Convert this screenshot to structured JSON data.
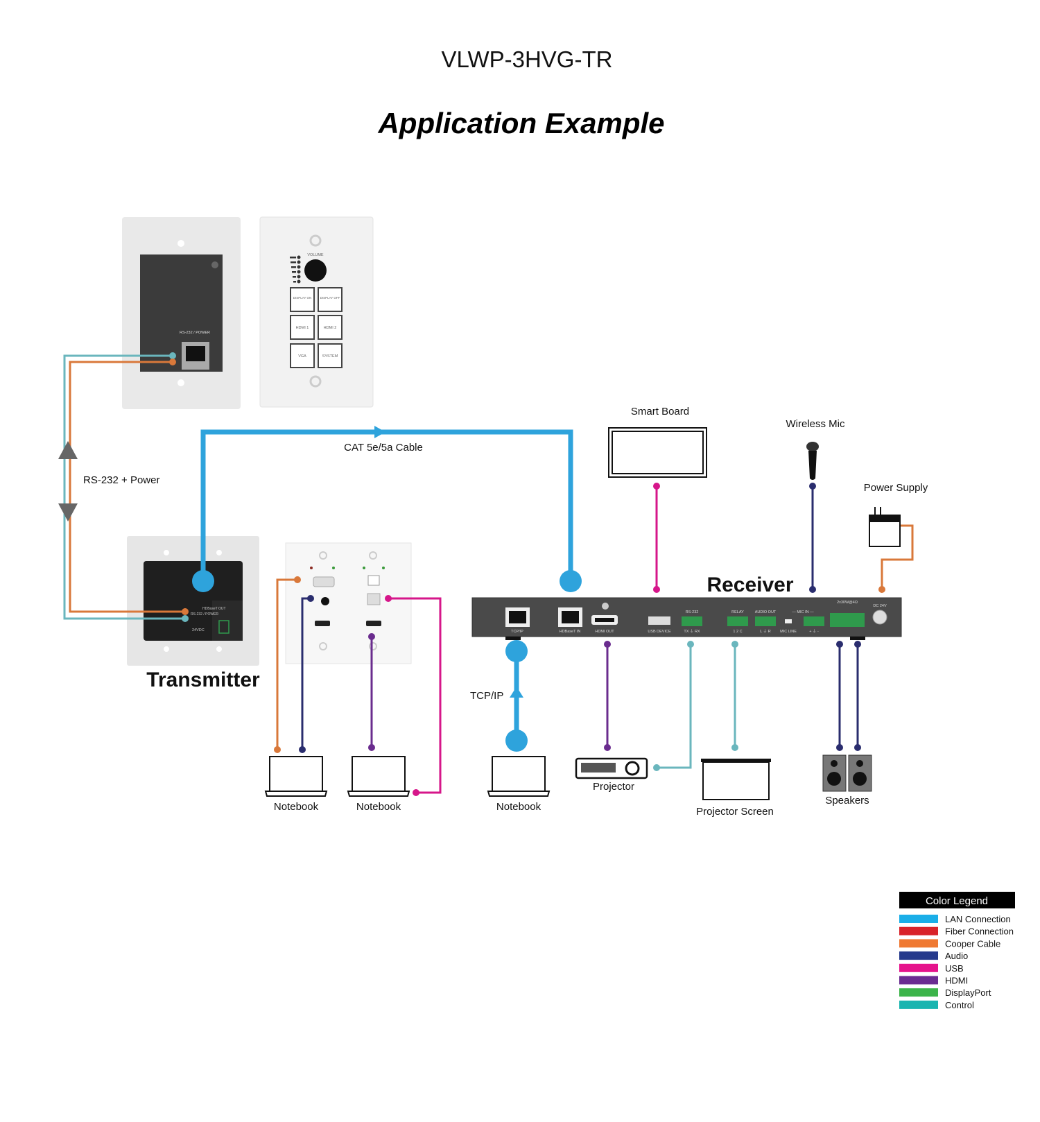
{
  "header": {
    "model": "VLWP-3HVG-TR",
    "title": "Application Example"
  },
  "cable_labels": {
    "cat": "CAT 5e/5a Cable",
    "rs232": "RS-232 + Power",
    "tcpip": "TCP/IP"
  },
  "devices": {
    "transmitter": "Transmitter",
    "receiver": "Receiver",
    "smart_board": "Smart Board",
    "wireless_mic": "Wireless Mic",
    "power_supply": "Power Supply",
    "notebook_1": "Notebook",
    "notebook_2": "Notebook",
    "notebook_3": "Notebook",
    "projector": "Projector",
    "projector_screen": "Projector Screen",
    "speakers": "Speakers"
  },
  "wall_plate": {
    "port_label": "RS-232 / POWER"
  },
  "keypad": {
    "volume_label": "VOLUME",
    "buttons": [
      "DISPLAY ON",
      "DISPLAY OFF",
      "HDMI 1",
      "HDMI 2",
      "VGA",
      "SYSTEM"
    ]
  },
  "transmitter_panel": {
    "hdbaset_out": "HDBaseT OUT",
    "rs232_power": "RS-232 / POWER",
    "dc": "24VDC"
  },
  "receiver_panel": {
    "tcpip": "TCP/IP",
    "hdbaset_in": "HDBaseT IN",
    "hdmi_out": "HDMI OUT",
    "usb": "USB DEVICE",
    "rs232": "RS-232",
    "rs232_pins": "TX ⏚ RX",
    "relay": "RELAY",
    "relay_pins": "1 2 C",
    "audio_out": "AUDIO OUT",
    "audio_pins": "L ⏚ R",
    "mic_in": "— MIC IN —",
    "mic_line": "MIC LINE",
    "mic_pins": "+ ⏚ -",
    "amp": "2x30W@4Ω",
    "dc": "DC 24V"
  },
  "legend": {
    "title": "Color Legend",
    "items": [
      {
        "label": "LAN Connection",
        "color": "#1aaee8"
      },
      {
        "label": "Fiber Connection",
        "color": "#d8232a"
      },
      {
        "label": "Cooper Cable",
        "color": "#ef7932"
      },
      {
        "label": "Audio",
        "color": "#263a8c"
      },
      {
        "label": "USB",
        "color": "#e5138c"
      },
      {
        "label": "HDMI",
        "color": "#6a2c91"
      },
      {
        "label": "DisplayPort",
        "color": "#3cb44a"
      },
      {
        "label": "Control",
        "color": "#1ab5b0"
      }
    ]
  },
  "colors": {
    "lan": "#2ea3dc",
    "copper": "#d9783a",
    "control": "#6ab6bd",
    "audio": "#2a2d6e",
    "usb": "#d6168a",
    "hdmi": "#6a2c8e",
    "device_dark": "#3d3d3d"
  }
}
